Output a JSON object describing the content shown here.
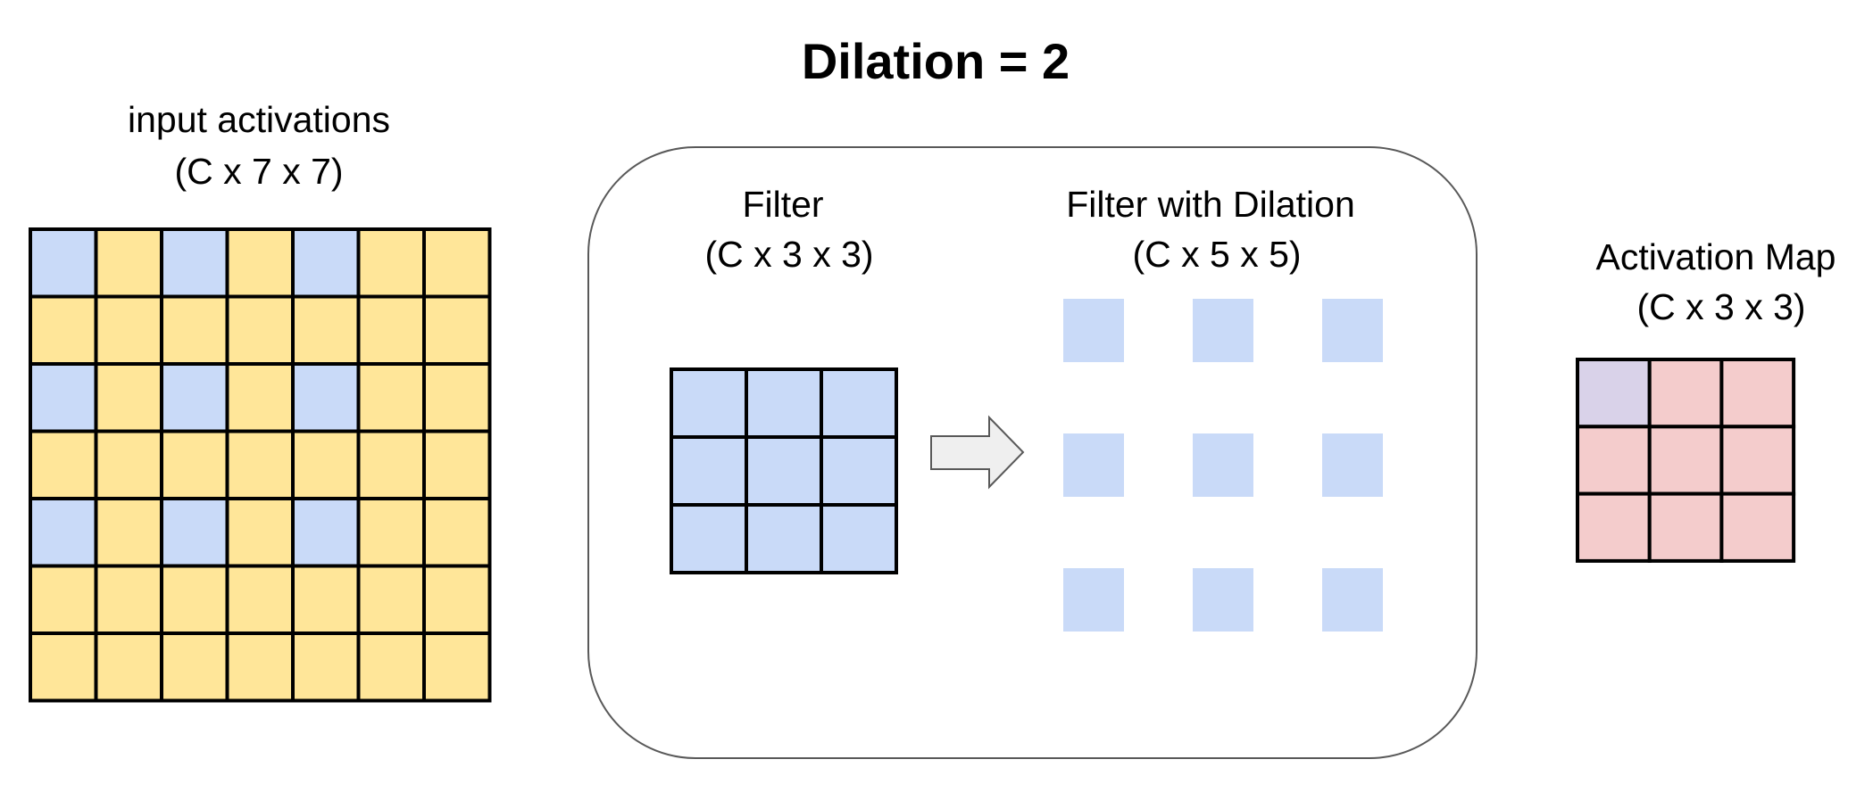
{
  "title": "Dilation = 2",
  "input": {
    "label_line1": "input activations",
    "label_line2": "(C x 7 x 7)",
    "rows": 7,
    "cols": 7,
    "highlight_rows": [
      0,
      2,
      4
    ],
    "highlight_cols": [
      0,
      2,
      4
    ]
  },
  "filter": {
    "label_line1": "Filter",
    "label_line2": "(C x 3 x 3)",
    "rows": 3,
    "cols": 3
  },
  "dilated_filter": {
    "label_line1": "Filter with Dilation",
    "label_line2": "(C x 5 x 5)",
    "rows": 3,
    "cols": 3
  },
  "activation_map": {
    "label_line1": "Activation Map",
    "label_line2": "(C x 3 x 3)",
    "rows": 3,
    "cols": 3,
    "highlight_cells": [
      [
        0,
        0
      ]
    ]
  },
  "colors": {
    "input_cell": "#ffe699",
    "filter_cell": "#c9daf8",
    "output_cell": "#f4cccc",
    "output_highlight": "#d9d2e9",
    "grid_stroke": "#000000",
    "panel_stroke": "#595959",
    "arrow_fill": "#efefef",
    "arrow_stroke": "#595959"
  },
  "icons": {
    "arrow": "right-arrow-icon"
  }
}
